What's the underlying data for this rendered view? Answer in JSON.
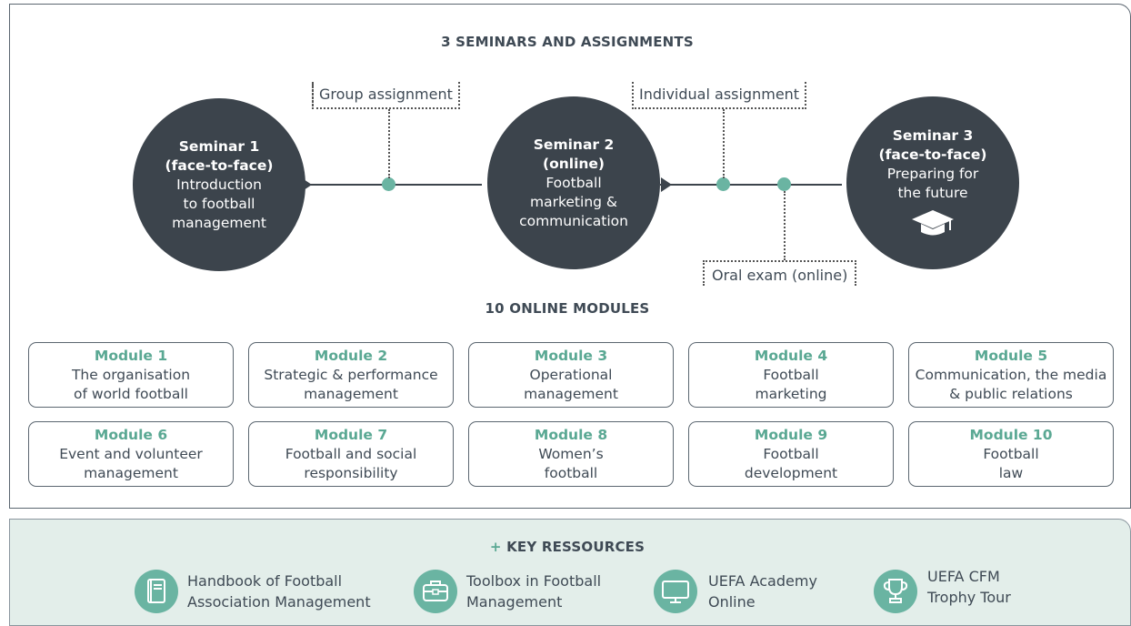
{
  "seminars_section": {
    "title": "3 SEMINARS AND ASSIGNMENTS"
  },
  "seminars": [
    {
      "title": "Seminar 1",
      "mode": "(face-to-face)",
      "lines": [
        "Introduction",
        "to football",
        "management"
      ]
    },
    {
      "title": "Seminar 2",
      "mode": "(online)",
      "lines": [
        "Football",
        "marketing &",
        "communication"
      ]
    },
    {
      "title": "Seminar 3",
      "mode": "(face-to-face)",
      "lines": [
        "Preparing for",
        "the future"
      ],
      "icon": "graduation-cap-icon"
    }
  ],
  "assignments": {
    "group": "Group assignment",
    "individual": "Individual assignment",
    "oral_exam": "Oral exam (online)"
  },
  "modules_section": {
    "title": "10 ONLINE MODULES"
  },
  "modules": [
    {
      "title": "Module 1",
      "lines": [
        "The organisation",
        "of world football"
      ]
    },
    {
      "title": "Module 2",
      "lines": [
        "Strategic & performance",
        "management"
      ]
    },
    {
      "title": "Module 3",
      "lines": [
        "Operational",
        "management"
      ]
    },
    {
      "title": "Module 4",
      "lines": [
        "Football",
        "marketing"
      ]
    },
    {
      "title": "Module 5",
      "lines": [
        "Communication, the media",
        "& public relations"
      ]
    },
    {
      "title": "Module 6",
      "lines": [
        "Event and volunteer",
        "management"
      ]
    },
    {
      "title": "Module 7",
      "lines": [
        "Football and social",
        "responsibility"
      ]
    },
    {
      "title": "Module 8",
      "lines": [
        "Women’s",
        "football"
      ]
    },
    {
      "title": "Module 9",
      "lines": [
        "Football",
        "development"
      ]
    },
    {
      "title": "Module 10",
      "lines": [
        "Football",
        "law"
      ]
    }
  ],
  "resources_section": {
    "plus": "+",
    "title": "KEY RESSOURCES"
  },
  "resources": [
    {
      "lines": [
        "Handbook of Football",
        "Association Management"
      ],
      "icon": "book-icon"
    },
    {
      "lines": [
        "Toolbox in Football",
        "Management"
      ],
      "icon": "toolbox-icon"
    },
    {
      "lines": [
        "UEFA Academy",
        "Online"
      ],
      "icon": "monitor-icon"
    },
    {
      "lines": [
        "UEFA CFM",
        "Trophy Tour"
      ],
      "icon": "trophy-icon"
    }
  ],
  "colors": {
    "dark": "#3c444c",
    "accent": "#6ab4a2",
    "panel_bg": "#e3eeea",
    "text": "#3f4a55"
  }
}
